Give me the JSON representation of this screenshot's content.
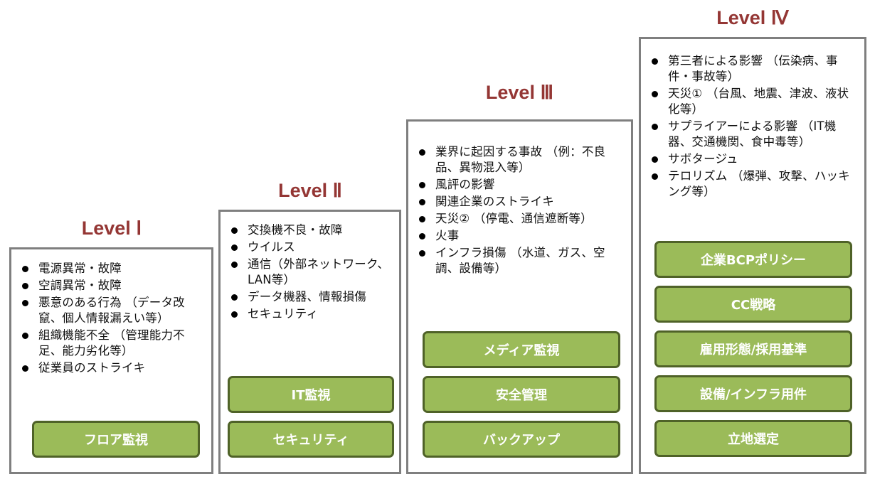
{
  "levels": [
    {
      "title": "Level Ⅰ",
      "risks": [
        "電源異常・故障",
        "空調異常・故障",
        "悪意のある行為 （データ改竄、個人情報漏えい等）",
        "組織機能不全 （管理能力不足、能力劣化等）",
        "従業員のストライキ"
      ],
      "measures": [
        "フロア監視"
      ]
    },
    {
      "title": "Level Ⅱ",
      "risks": [
        "交換機不良・故障",
        "ウイルス",
        "通信（外部ネットワーク、LAN等）",
        "データ機器、情報損傷",
        "セキュリティ"
      ],
      "measures": [
        "IT監視",
        "セキュリティ"
      ]
    },
    {
      "title": "Level Ⅲ",
      "risks": [
        "業界に起因する事故 （例：不良品、異物混入等）",
        "風評の影響",
        "関連企業のストライキ",
        "天災② （停電、通信遮断等）",
        "火事",
        "インフラ損傷 （水道、ガス、空調、設備等）"
      ],
      "measures": [
        "メディア監視",
        "安全管理",
        "バックアップ"
      ]
    },
    {
      "title": "Level Ⅳ",
      "risks": [
        "第三者による影響 （伝染病、事件・事故等）",
        "天災① （台風、地震、津波、液状化等）",
        "サプライアーによる影響 （IT機器、交通機関、食中毒等）",
        "サボタージュ",
        "テロリズム （爆弾、攻撃、ハッキング等）"
      ],
      "measures": [
        "企業BCPポリシー",
        "CC戦略",
        "雇用形態/採用基準",
        "設備/インフラ用件",
        "立地選定"
      ]
    }
  ],
  "colors": {
    "title": "#943634",
    "border": "#7f7f7f",
    "button_fill": "#9bbb59",
    "button_border": "#4f6228"
  }
}
